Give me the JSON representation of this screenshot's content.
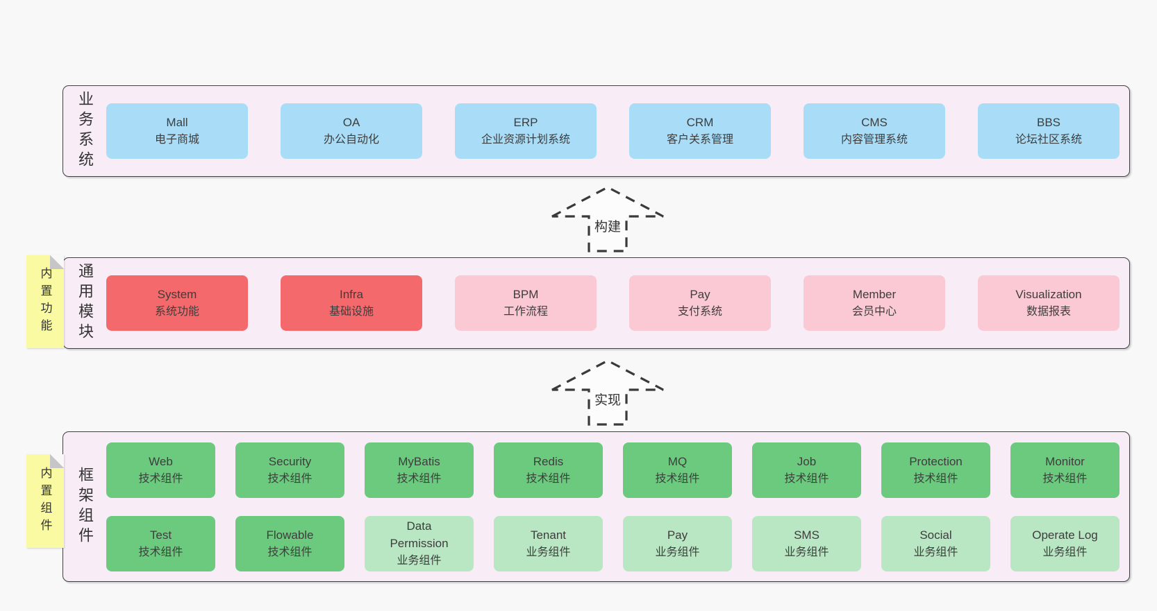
{
  "colors": {
    "page-bg": "#f8f8f8",
    "container-bg": "#f8edf6",
    "container-border": "#3f3f3f",
    "blue": "#a9ddf7",
    "red": "#f3696c",
    "pink": "#fbc9d4",
    "green": "#6cca7e",
    "lightgreen": "#b9e6c3",
    "yellow": "#fafaa3",
    "fold": "#c6c6c6",
    "text": "#3d3d3d"
  },
  "arrows": [
    {
      "label": "构建"
    },
    {
      "label": "实现"
    }
  ],
  "notes": [
    {
      "label": "内置功能"
    },
    {
      "label": "内置组件"
    }
  ],
  "sections": [
    {
      "label": "业务系统",
      "rows": [
        [
          {
            "title": "Mall",
            "subtitle": "电子商城"
          },
          {
            "title": "OA",
            "subtitle": "办公自动化"
          },
          {
            "title": "ERP",
            "subtitle": "企业资源计划系统"
          },
          {
            "title": "CRM",
            "subtitle": "客户关系管理"
          },
          {
            "title": "CMS",
            "subtitle": "内容管理系统"
          },
          {
            "title": "BBS",
            "subtitle": "论坛社区系统"
          }
        ]
      ]
    },
    {
      "label": "通用模块",
      "rows": [
        [
          {
            "title": "System",
            "subtitle": "系统功能"
          },
          {
            "title": "Infra",
            "subtitle": "基础设施"
          },
          {
            "title": "BPM",
            "subtitle": "工作流程"
          },
          {
            "title": "Pay",
            "subtitle": "支付系统"
          },
          {
            "title": "Member",
            "subtitle": "会员中心"
          },
          {
            "title": "Visualization",
            "subtitle": "数据报表"
          }
        ]
      ]
    },
    {
      "label": "框架组件",
      "rows": [
        [
          {
            "title": "Web",
            "subtitle": "技术组件"
          },
          {
            "title": "Security",
            "subtitle": "技术组件"
          },
          {
            "title": "MyBatis",
            "subtitle": "技术组件"
          },
          {
            "title": "Redis",
            "subtitle": "技术组件"
          },
          {
            "title": "MQ",
            "subtitle": "技术组件"
          },
          {
            "title": "Job",
            "subtitle": "技术组件"
          },
          {
            "title": "Protection",
            "subtitle": "技术组件"
          },
          {
            "title": "Monitor",
            "subtitle": "技术组件"
          }
        ],
        [
          {
            "title": "Test",
            "subtitle": "技术组件"
          },
          {
            "title": "Flowable",
            "subtitle": "技术组件"
          },
          {
            "title": "Data Permission",
            "subtitle": "业务组件"
          },
          {
            "title": "Tenant",
            "subtitle": "业务组件"
          },
          {
            "title": "Pay",
            "subtitle": "业务组件"
          },
          {
            "title": "SMS",
            "subtitle": "业务组件"
          },
          {
            "title": "Social",
            "subtitle": "业务组件"
          },
          {
            "title": "Operate Log",
            "subtitle": "业务组件"
          }
        ]
      ]
    }
  ]
}
